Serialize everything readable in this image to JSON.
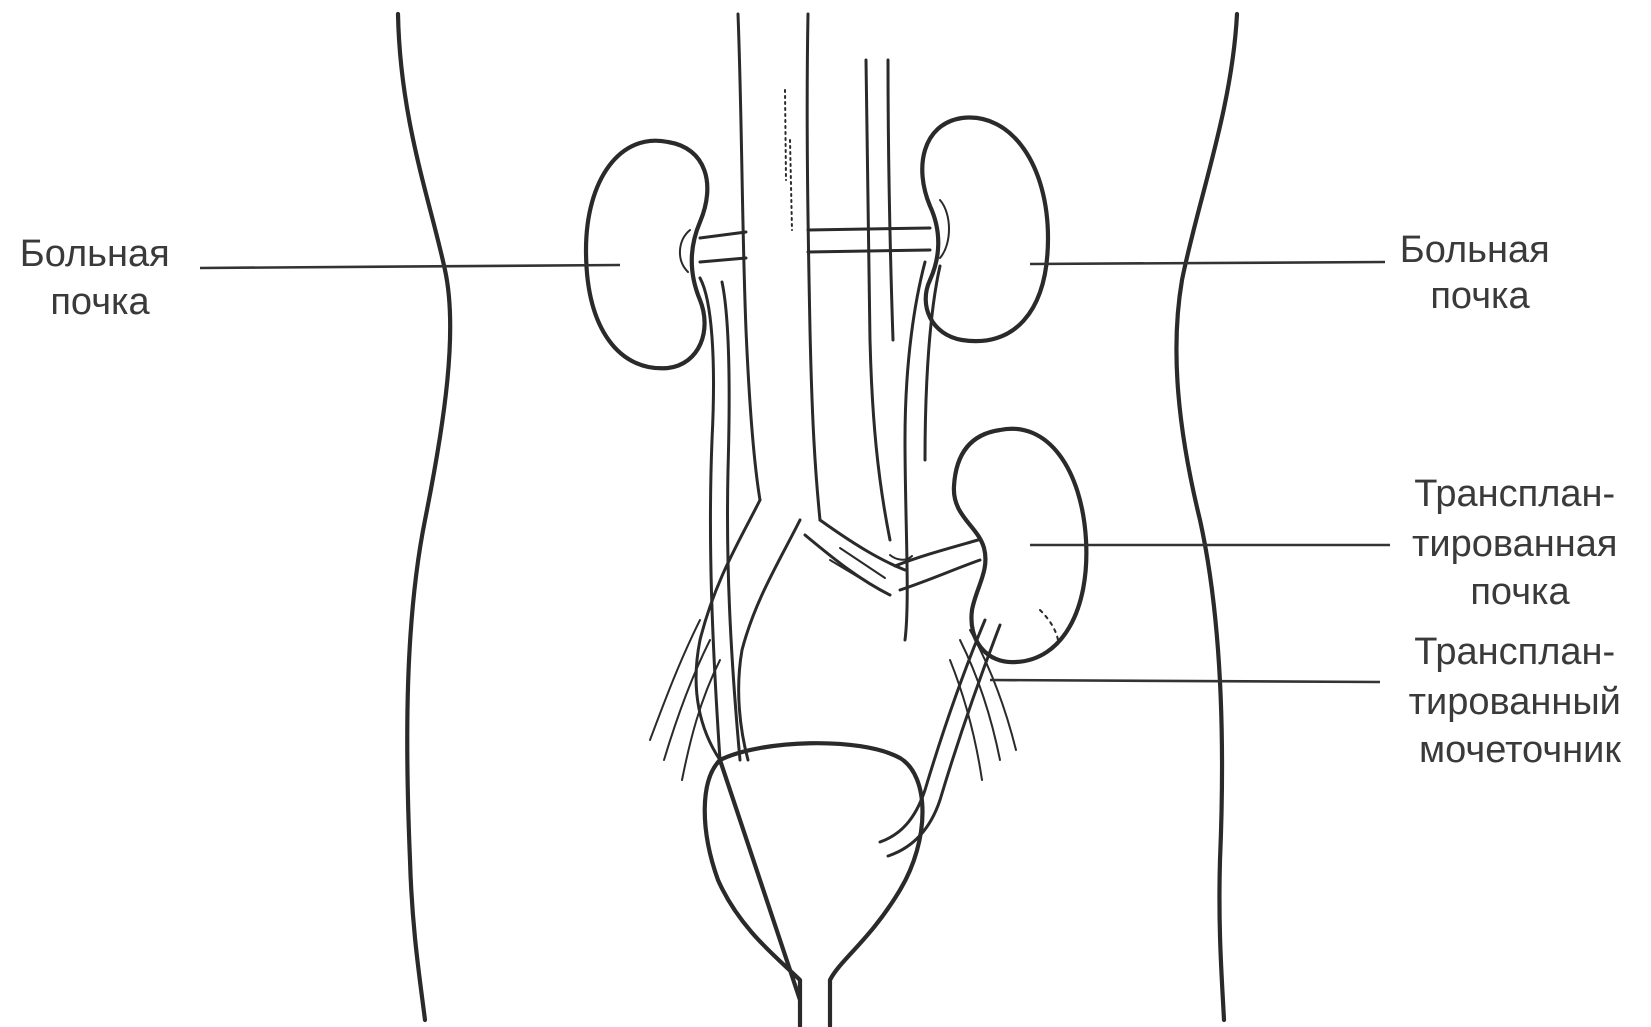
{
  "labels": {
    "diseased_kidney_left": [
      "Больная",
      "почка"
    ],
    "diseased_kidney_right": [
      "Больная",
      "почка"
    ],
    "transplanted_kidney": [
      "Трансплан-",
      "тированная",
      "почка"
    ],
    "transplanted_ureter": [
      "Трансплан-",
      "тированный",
      "мочеточник"
    ]
  },
  "colors": {
    "ink": "#2a2a2a",
    "background": "#ffffff",
    "text": "#3a3a3a"
  }
}
